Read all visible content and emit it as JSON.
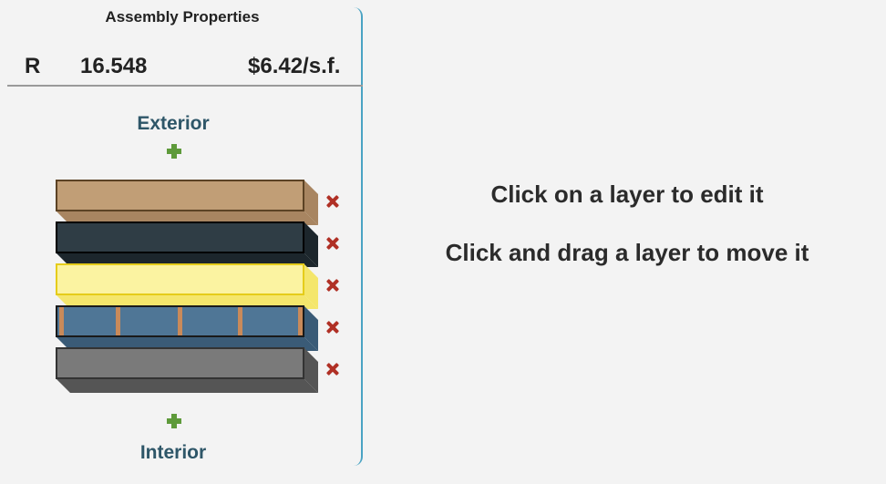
{
  "panel": {
    "title": "Assembly Properties",
    "r_label": "R",
    "r_value": "16.548",
    "cost": "$6.42/s.f.",
    "exterior_label": "Exterior",
    "interior_label": "Interior"
  },
  "layers": [
    {
      "name": "layer-1",
      "front": "#c19e76",
      "side": "#a88561",
      "top": "#d3b591",
      "border": "#5c4224",
      "kind": "solid"
    },
    {
      "name": "layer-2",
      "front": "#2f3d45",
      "side": "#1c262c",
      "top": "#44545d",
      "border": "#000000",
      "kind": "solid"
    },
    {
      "name": "layer-3",
      "front": "#fbf3a1",
      "side": "#f4e66c",
      "top": "#fdf7c0",
      "border": "#e5cc1a",
      "kind": "solid"
    },
    {
      "name": "layer-4",
      "front": "#4f7696",
      "side": "#3a5b77",
      "top": "#6a8eab",
      "border": "#1a1a1a",
      "kind": "framed",
      "stud": "#c98a5a"
    },
    {
      "name": "layer-5",
      "front": "#7a7a7a",
      "side": "#555555",
      "top": "#8e8e8e",
      "border": "#333333",
      "kind": "solid"
    }
  ],
  "hints": {
    "edit": "Click on a layer to edit it",
    "move": "Click and drag a layer to move it"
  },
  "icons": {
    "add": "plus-icon",
    "delete": "close-icon"
  },
  "colors": {
    "accent": "#4aa3c3",
    "label": "#2e5668",
    "add": "#5e9a3a",
    "delete": "#b03025"
  }
}
